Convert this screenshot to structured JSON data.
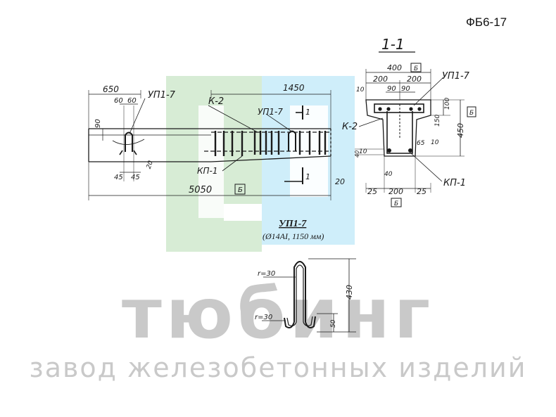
{
  "document": {
    "code": "ФБ6-17"
  },
  "brand": {
    "name": "тюбинг",
    "tagline": "завод железобетонных изделий",
    "logo_colors": {
      "green": "#d7ecd5",
      "blue": "#cfeefa"
    }
  },
  "elevation": {
    "dims": {
      "d650": "650",
      "d1450": "1450",
      "d5050": "5050",
      "d60a": "60",
      "d60b": "60",
      "d90": "90",
      "d45a": "45",
      "d45b": "45",
      "d20a": "20",
      "d20b": "20"
    },
    "labels": {
      "up_left": "УП1-7",
      "up_mid": "УП1-7",
      "k2": "К-2",
      "kp1": "КП-1",
      "scale": "Б",
      "section_mark_top": "1",
      "section_mark_bottom": "1"
    }
  },
  "section": {
    "title": "1-1",
    "dims": {
      "w400": "400",
      "w200a": "200",
      "w200b": "200",
      "w90a": "90",
      "w90b": "90",
      "t10a": "10",
      "t10b": "10",
      "t10c": "10",
      "h100": "100",
      "h150": "150",
      "h450": "450",
      "h65": "65",
      "b40a": "40",
      "b40b": "40",
      "b25a": "25",
      "b200": "200",
      "b25b": "25"
    },
    "labels": {
      "up": "УП1-7",
      "k2": "К-2",
      "kp1": "КП-1",
      "scale_top": "Б",
      "scale_side": "Б",
      "scale_bottom": "Б"
    }
  },
  "loop_detail": {
    "title": "УП1-7",
    "spec": "(Ø14АI, 1150 мм)",
    "r_top": "r=30",
    "r_bottom": "r=30",
    "h430": "430",
    "h50": "50"
  }
}
